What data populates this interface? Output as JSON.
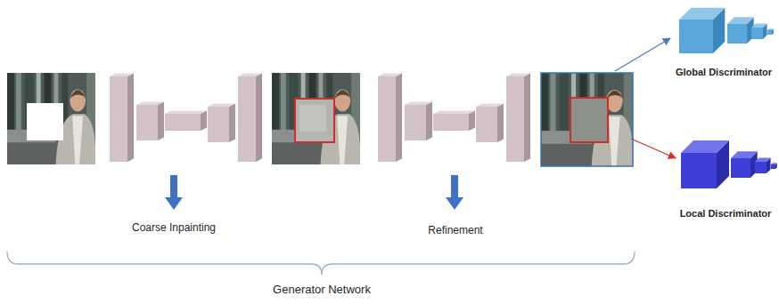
{
  "diagram": {
    "labels": [
      "Coarse Inpainting",
      "Refinement",
      "Generator Network",
      "Global Discriminator",
      "Local Discriminator"
    ]
  }
}
